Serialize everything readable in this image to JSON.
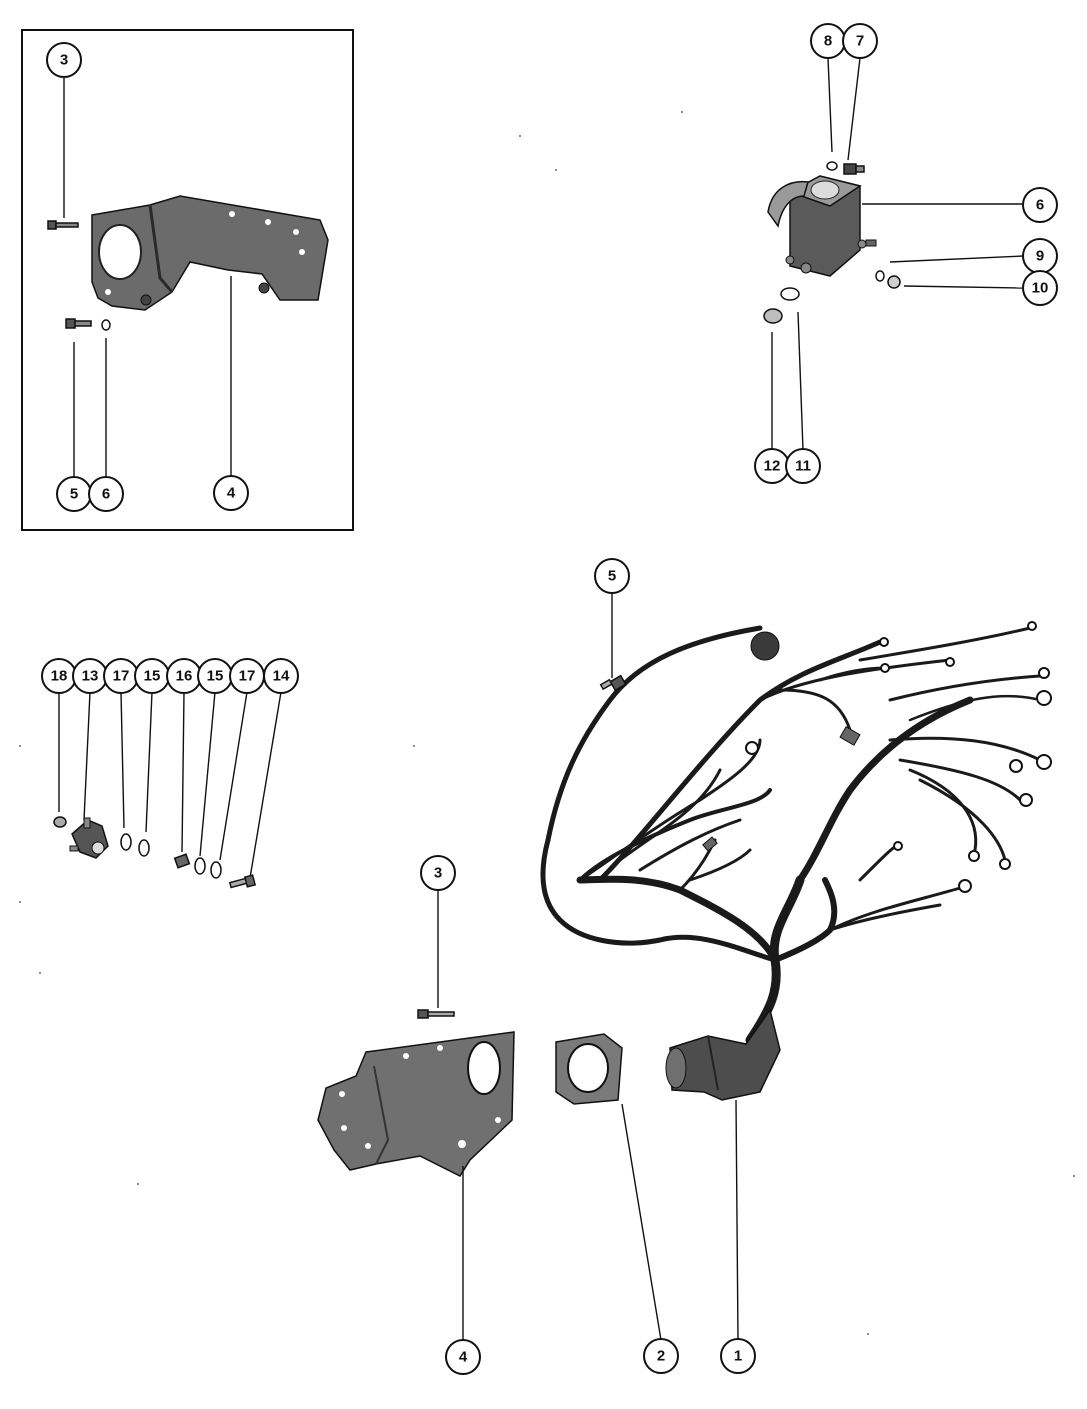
{
  "diagram": {
    "colors": {
      "ink": "#111111",
      "part_fill": "#6b6b6b",
      "part_dark": "#3a3a3a",
      "paper": "#ffffff"
    },
    "callouts": [
      {
        "key": "inset_3",
        "label": "3"
      },
      {
        "key": "inset_4",
        "label": "4"
      },
      {
        "key": "inset_5",
        "label": "5"
      },
      {
        "key": "inset_6",
        "label": "6"
      },
      {
        "key": "sol_8",
        "label": "8"
      },
      {
        "key": "sol_7",
        "label": "7"
      },
      {
        "key": "sol_6",
        "label": "6"
      },
      {
        "key": "sol_9",
        "label": "9"
      },
      {
        "key": "sol_10",
        "label": "10"
      },
      {
        "key": "sol_12",
        "label": "12"
      },
      {
        "key": "sol_11",
        "label": "11"
      },
      {
        "key": "row_18",
        "label": "18"
      },
      {
        "key": "row_13",
        "label": "13"
      },
      {
        "key": "row_17a",
        "label": "17"
      },
      {
        "key": "row_15a",
        "label": "15"
      },
      {
        "key": "row_16",
        "label": "16"
      },
      {
        "key": "row_15b",
        "label": "15"
      },
      {
        "key": "row_17b",
        "label": "17"
      },
      {
        "key": "row_14",
        "label": "14"
      },
      {
        "key": "harness_5",
        "label": "5"
      },
      {
        "key": "bracket_3",
        "label": "3"
      },
      {
        "key": "bracket_4",
        "label": "4"
      },
      {
        "key": "gasket_2",
        "label": "2"
      },
      {
        "key": "plug_1",
        "label": "1"
      }
    ],
    "part_icons": {
      "inset_bracket": "mounting-bracket-icon",
      "solenoid": "starter-solenoid-icon",
      "harness": "wiring-harness-icon",
      "plug": "harness-plug-icon",
      "gasket": "plug-gasket-icon",
      "bracket": "plug-bracket-icon"
    }
  }
}
